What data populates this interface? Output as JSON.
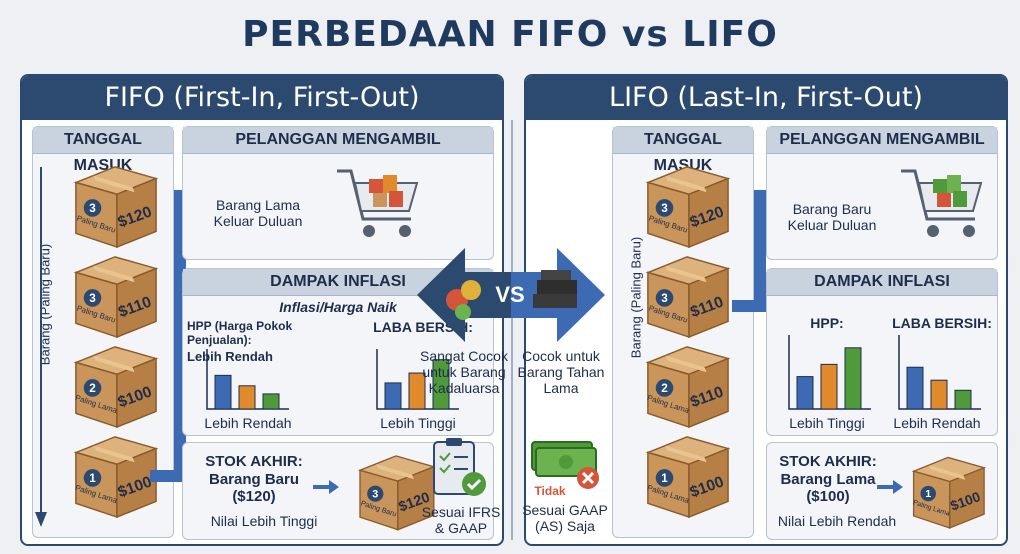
{
  "title": "PERBEDAAN FIFO vs LIFO",
  "fifo": {
    "header": "FIFO (First-In, First-Out)",
    "tanggal_masuk": "TANGGAL MASUK",
    "side_label": "Barang (Paling Baru)",
    "boxes": [
      {
        "num": "3",
        "label": "Paling Baru",
        "price": "$120"
      },
      {
        "num": "3",
        "label": "Paling Baru",
        "price": "$110"
      },
      {
        "num": "2",
        "label": "Paling Lama",
        "price": "$100"
      },
      {
        "num": "1",
        "label": "Paling Lama",
        "price": "$100"
      }
    ],
    "pelanggan": "PELANGGAN MENGAMBIL",
    "barang_keluar": "Barang Lama Keluar Duluan",
    "dampak": "DAMPAK INFLASI",
    "inflasi": "Inflasi/Harga Naik",
    "hpp_label": "HPP (Harga Pokok Penjualan):",
    "hpp_value": "Lebih Rendah",
    "laba_label": "LABA BERSIH:",
    "hpp_caption": "Lebih Rendah",
    "laba_caption": "Lebih Tinggi",
    "stok_label": "STOK AKHIR:",
    "stok_value": "Barang Baru ($120)",
    "stok_note": "Nilai Lebih Tinggi",
    "stok_box": {
      "num": "3",
      "label": "Paling Baru",
      "price": "$120"
    }
  },
  "lifo": {
    "header": "LIFO (Last-In, First-Out)",
    "tanggal_masuk": "TANGGAL MASUK",
    "side_label": "Barang (Paling Baru)",
    "boxes": [
      {
        "num": "3",
        "label": "Paling Baru",
        "price": "$120"
      },
      {
        "num": "3",
        "label": "Paling Baru",
        "price": "$110"
      },
      {
        "num": "2",
        "label": "Paling Lama",
        "price": "$110"
      },
      {
        "num": "1",
        "label": "Paling Lama",
        "price": "$100"
      }
    ],
    "pelanggan": "PELANGGAN MENGAMBIL",
    "barang_keluar": "Barang Baru Keluar Duluan",
    "dampak": "DAMPAK INFLASI",
    "hpp_label": "HPP:",
    "laba_label": "LABA BERSIH:",
    "hpp_caption": "Lebih Tinggi",
    "laba_caption": "Lebih Rendah",
    "stok_label": "STOK AKHIR:",
    "stok_value": "Barang Lama ($100)",
    "stok_note": "Nilai Lebih Rendah",
    "stok_box": {
      "num": "1",
      "label": "Paling Lama",
      "price": "$100"
    }
  },
  "middle": {
    "vs": "VS",
    "fifo_suit": "Sangat Cocok untuk Barang Kadaluarsa",
    "lifo_suit": "Cocok untuk Barang Tahan Lama",
    "fifo_std": "Sesuai IFRS & GAAP",
    "lifo_tidak": "Tidak",
    "lifo_std": "Sesuai GAAP (AS) Saja"
  },
  "colors": {
    "navy": "#2c4a70",
    "blue": "#3d6bb3",
    "orange": "#e08a2c",
    "green": "#4f9a3a",
    "box": "#c9955a"
  }
}
